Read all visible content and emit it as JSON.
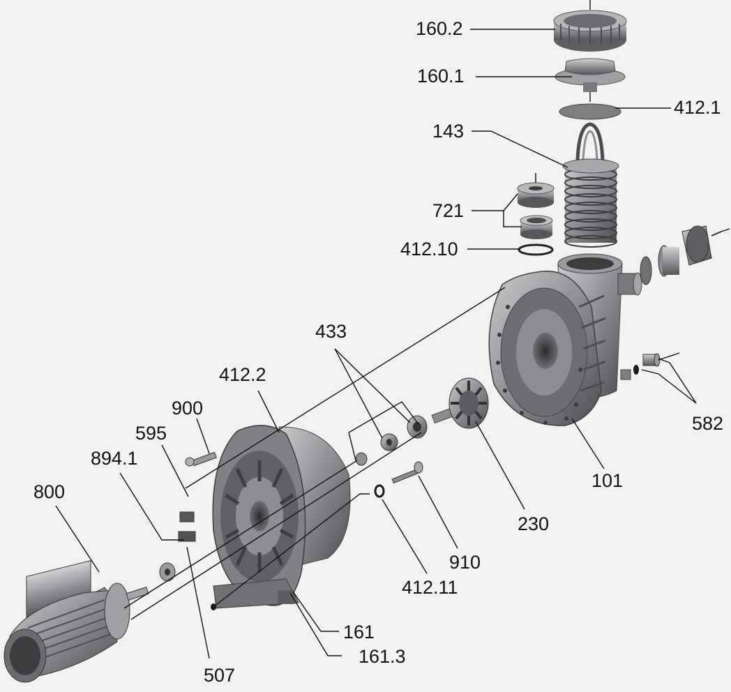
{
  "diagram": {
    "colors": {
      "background": "#f2f2f1",
      "metal_dark": "#4a4c4e",
      "metal_mid": "#8a8c8e",
      "metal_light": "#c4c6c8",
      "leader_line": "#111111",
      "label_text": "#111111"
    },
    "labels": {
      "p160_2": "160.2",
      "p160_1": "160.1",
      "p412_1": "412.1",
      "p143": "143",
      "p721": "721",
      "p412_10": "412.10",
      "p433": "433",
      "p412_2": "412.2",
      "p900": "900",
      "p595": "595",
      "p894_1": "894.1",
      "p800": "800",
      "p582": "582",
      "p101": "101",
      "p230": "230",
      "p910": "910",
      "p412_11": "412.11",
      "p161": "161",
      "p161_3": "161.3",
      "p507": "507"
    }
  }
}
